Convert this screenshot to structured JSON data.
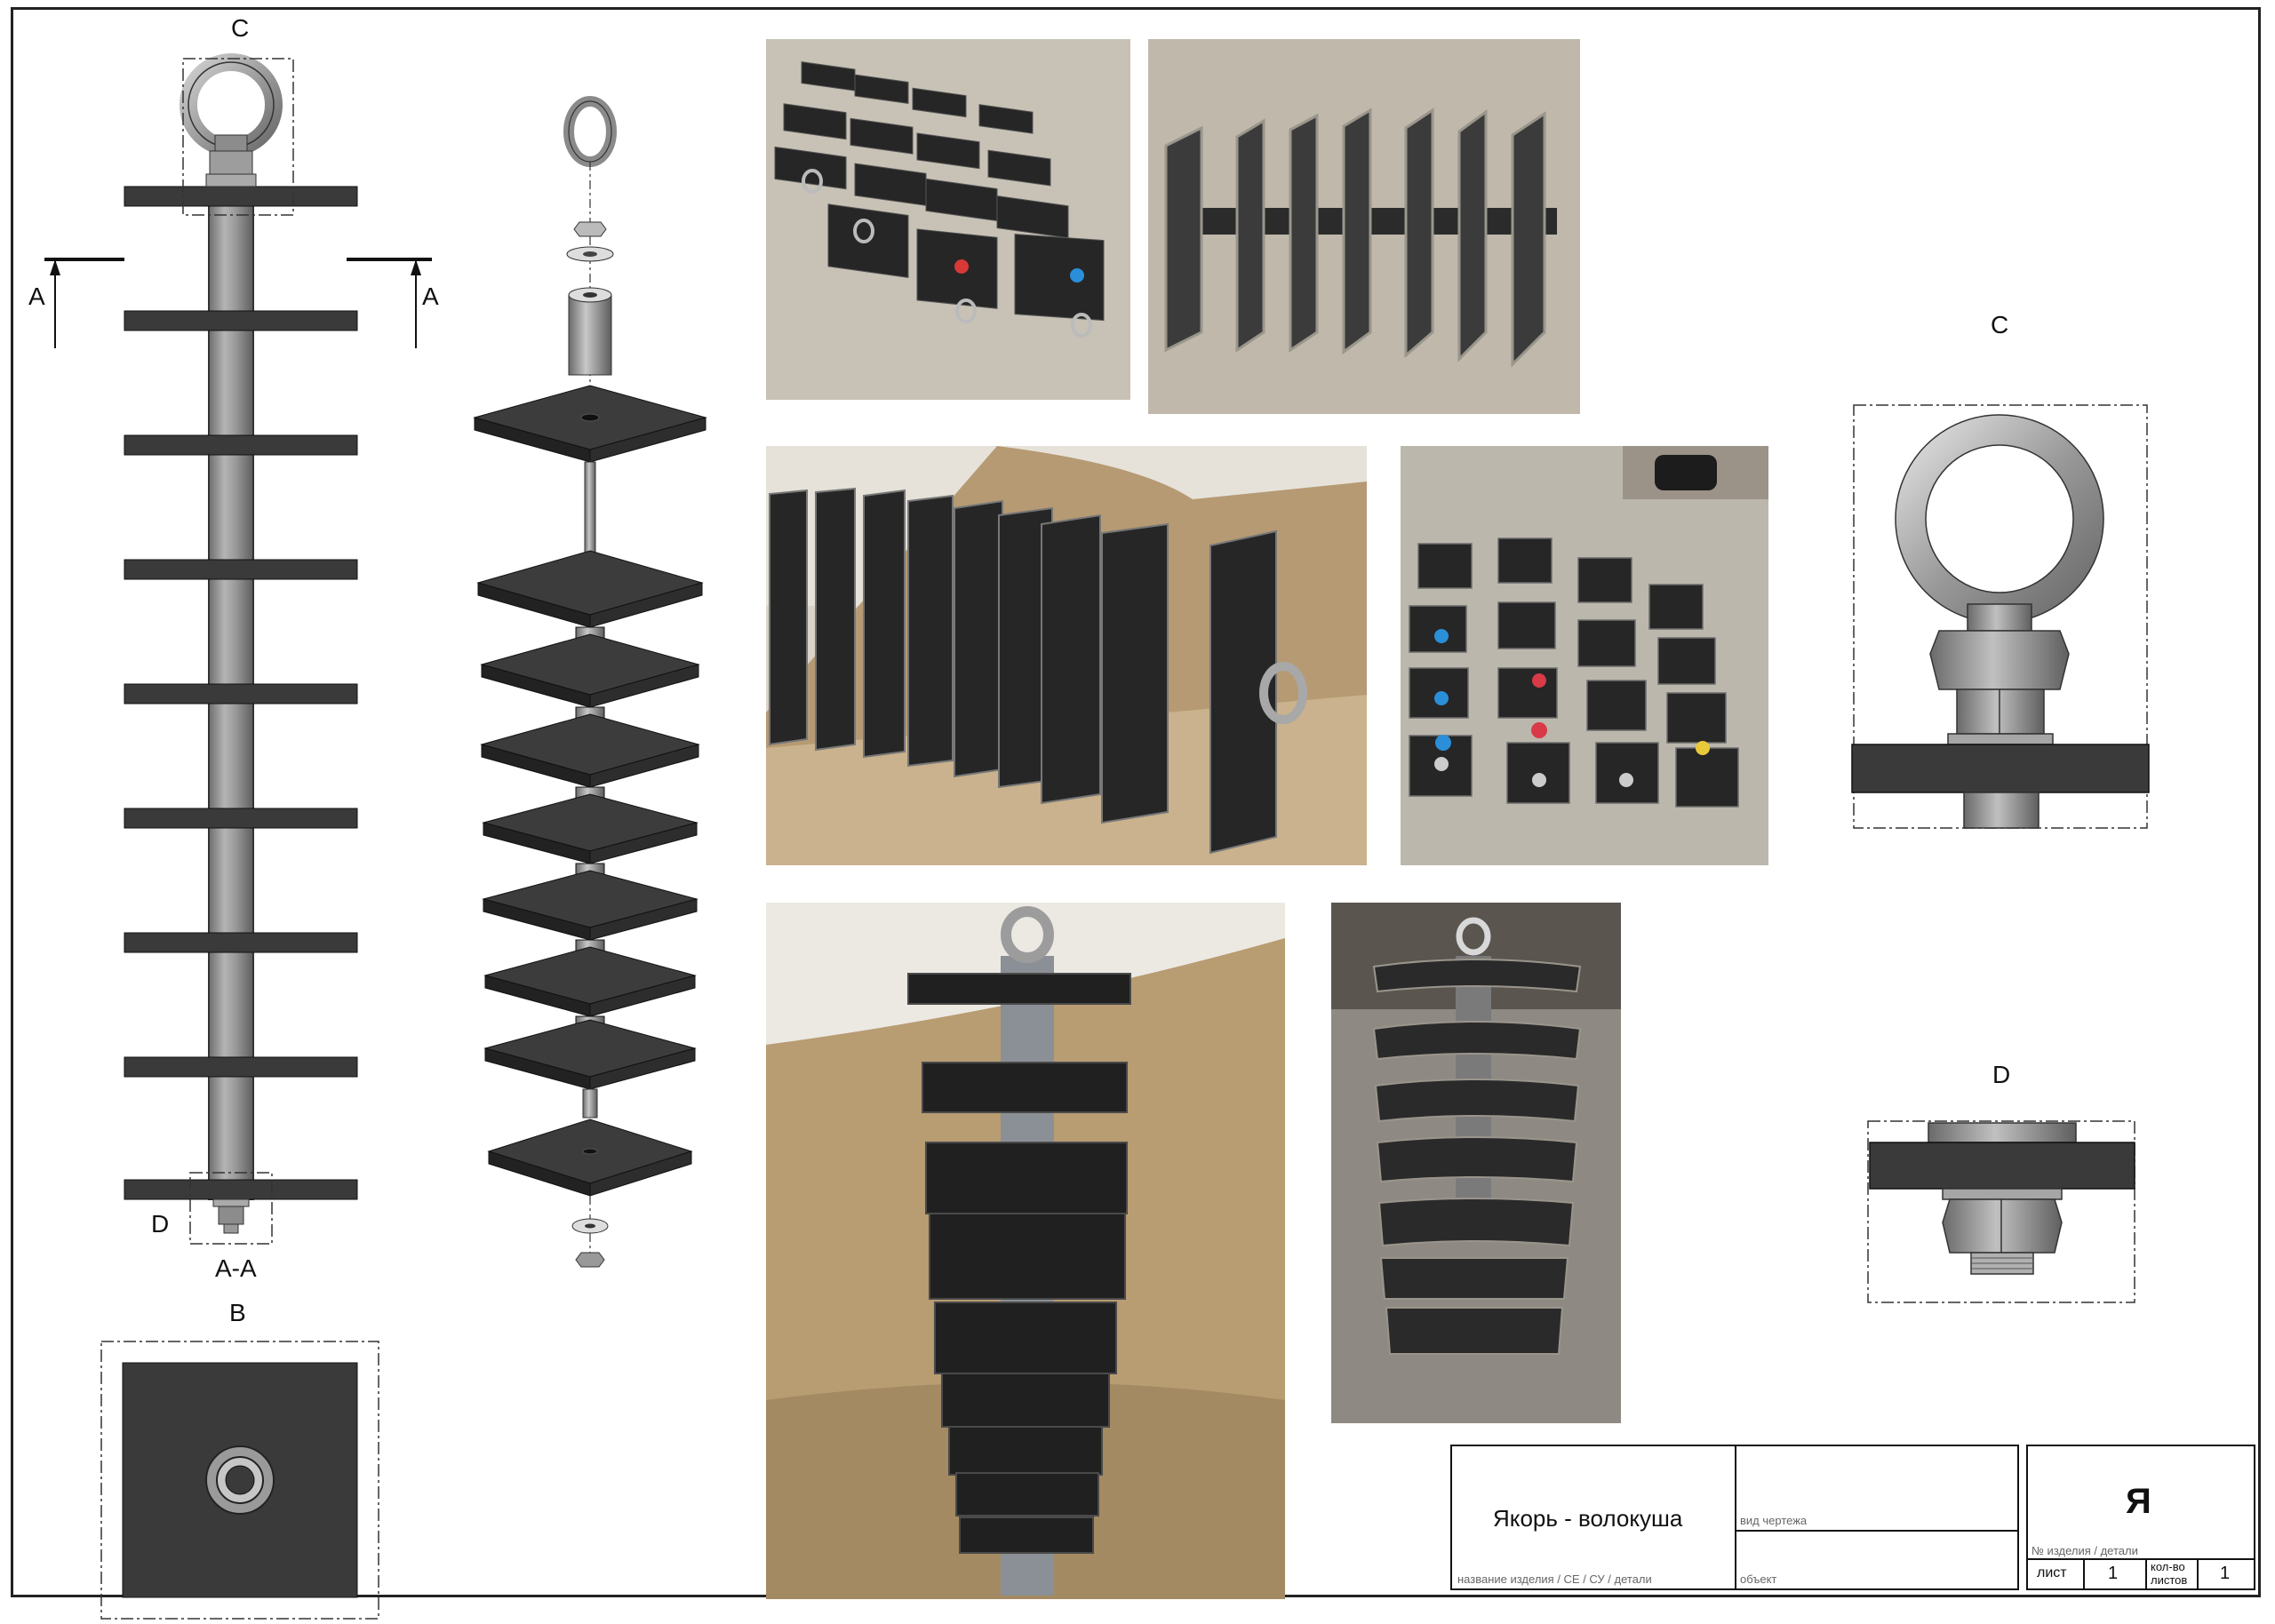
{
  "views": {
    "section_label": "A-A",
    "cut_left": "A",
    "cut_right": "A",
    "detail_c_marker": "C",
    "detail_d_marker": "D",
    "view_b_label": "B",
    "detail_c_label": "C",
    "detail_d_label": "D"
  },
  "title_block": {
    "product_name": "Якорь - волокуша",
    "name_caption": "название изделия / СЕ / СУ / детали",
    "view_caption": "вид чертежа",
    "object_caption": "объект",
    "logo": "Я",
    "part_no_caption": "№ изделия / детали",
    "sheet_label": "лист",
    "sheet_value": "1",
    "sheets_label_line1": "кол-во",
    "sheets_label_line2": "листов",
    "sheets_value": "1"
  },
  "colors": {
    "plate": "#3a3a3a",
    "pipe": "#8a8a8a",
    "rubber": "#1f1f1f"
  }
}
